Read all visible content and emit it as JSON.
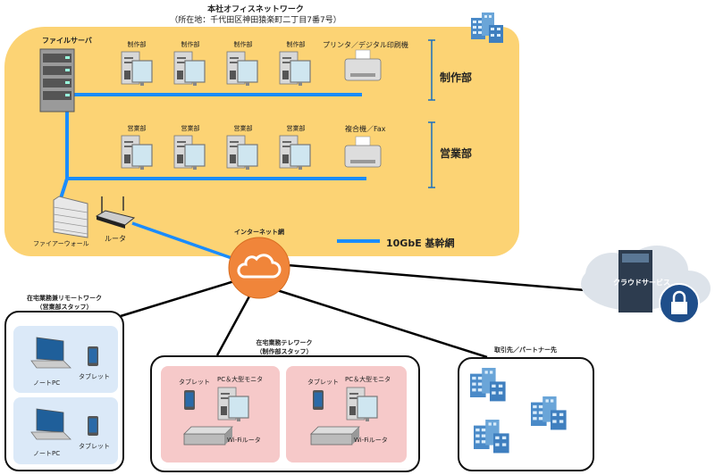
{
  "office": {
    "title": "本社オフィスネットワーク",
    "address": "（所在地：千代田区神田猿楽町二丁目7番7号）",
    "file_server": "ファイルサーバ",
    "production_pcs": [
      "制作部",
      "制作部",
      "制作部",
      "制作部"
    ],
    "printer": "プリンタ／デジタル印刷機",
    "production_dept": "制作部",
    "sales_pcs": [
      "営業部",
      "営業部",
      "営業部",
      "営業部"
    ],
    "mfp": "複合機／Fax",
    "sales_dept": "営業部",
    "firewall": "ファイアーウォール",
    "router": "ルータ",
    "legend": "10GbE 基幹網"
  },
  "internet": "インターネット網",
  "cloud": "クラウドサービス",
  "remote": {
    "title": "在宅業務兼リモートワーク",
    "subtitle": "（営業部スタッフ）",
    "laptop": "ノートPC",
    "tablet": "タブレット"
  },
  "telework": {
    "title": "在宅業務テレワーク",
    "subtitle": "（制作部スタッフ）",
    "tablet": "タブレット",
    "pc": "PC＆大型モニタ",
    "router": "Wi-Fiルータ"
  },
  "partner": {
    "title": "取引先／パートナー先"
  },
  "colors": {
    "office_bg": "#fcd374",
    "backbone": "#1a8cff",
    "internet": "#f0853a",
    "remote_panel": "#dbe9f8",
    "telework_panel": "#f6c9c9"
  }
}
